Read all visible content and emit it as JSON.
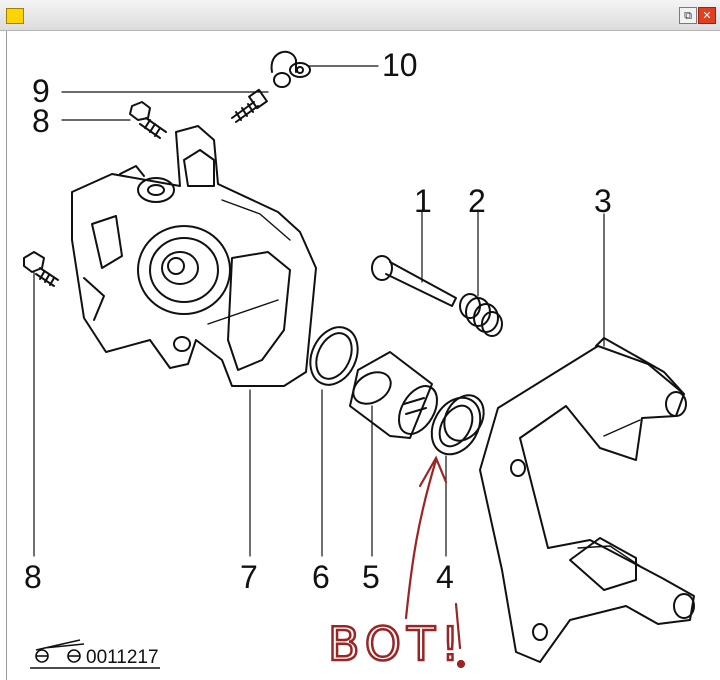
{
  "window": {
    "restore_glyph": "⧉",
    "close_glyph": "✕"
  },
  "diagram": {
    "callouts": [
      {
        "id": "callout-10",
        "label": "10"
      },
      {
        "id": "callout-9",
        "label": "9"
      },
      {
        "id": "callout-8-top",
        "label": "8"
      },
      {
        "id": "callout-8-left",
        "label": "8"
      },
      {
        "id": "callout-1",
        "label": "1"
      },
      {
        "id": "callout-2",
        "label": "2"
      },
      {
        "id": "callout-3",
        "label": "3"
      },
      {
        "id": "callout-7",
        "label": "7"
      },
      {
        "id": "callout-6",
        "label": "6"
      },
      {
        "id": "callout-5",
        "label": "5"
      },
      {
        "id": "callout-4",
        "label": "4"
      }
    ],
    "figure_code": "0011217",
    "handwritten_note": "BOT!",
    "annotation_color": "#9b2424"
  }
}
